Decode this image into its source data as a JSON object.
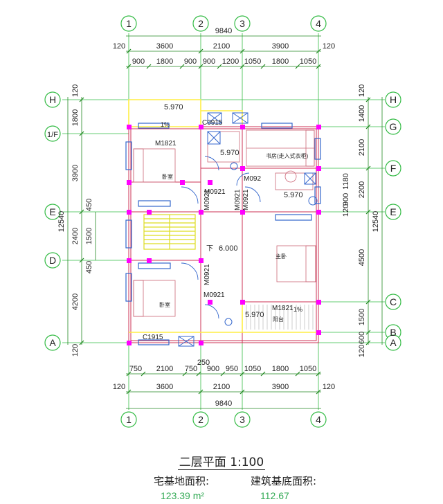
{
  "colors": {
    "grid_line": "#33bb44",
    "dim_line": "#228822",
    "wall": "#cc3355",
    "column": "#ff00ff",
    "window": "#3366cc",
    "stair": "#dddd22",
    "balcony": "#ffee44",
    "text": "#222222",
    "area_value": "#33aa55"
  },
  "axes": {
    "top": [
      "1",
      "2",
      "3",
      "4"
    ],
    "bottom": [
      "1",
      "2",
      "3",
      "4"
    ],
    "left": [
      "H",
      "1/F",
      "E",
      "D",
      "A"
    ],
    "right": [
      "H",
      "G",
      "F",
      "E",
      "C",
      "B",
      "A"
    ]
  },
  "dims_top": {
    "total": "9840",
    "level1": [
      "120",
      "3600",
      "2100",
      "3900",
      "120"
    ],
    "level2": [
      "900",
      "1800",
      "900",
      "900",
      "1200",
      "1050",
      "1800",
      "1050"
    ]
  },
  "dims_bottom": {
    "level1": [
      "750",
      "2100",
      "750",
      "250",
      "900",
      "950",
      "1050",
      "1800",
      "1050"
    ],
    "level2": [
      "120",
      "3600",
      "2100",
      "3900",
      "120"
    ],
    "total": "9840"
  },
  "dims_left": {
    "outer": [
      "120",
      "1800",
      "3900",
      "2400",
      "4200",
      "120"
    ],
    "total": "12540",
    "inner": [
      "450",
      "1500",
      "450"
    ]
  },
  "dims_right": {
    "inner": [
      "120",
      "1400",
      "2100",
      "1180",
      "2200",
      "120",
      "900",
      "4500",
      "1500",
      "600",
      "120"
    ],
    "total": "12540"
  },
  "labels": {
    "elev_top": "5.970",
    "elev_bath": "5.970",
    "elev_study": "5.970",
    "elev_stair": "6.000",
    "elev_balcony": "5.970",
    "pct_top": "1%",
    "pct_balcony": "1%",
    "down": "下",
    "win_c0915": "C0915",
    "win_c1915": "C1915",
    "door_m1821_top": "M1821",
    "door_m1821_bottom": "M1821",
    "door_m092": "M092",
    "door_m0921_a": "M0921",
    "door_m0921_b": "M0921",
    "door_m0921_c": "M0921",
    "door_m0921_d": "M0921",
    "door_m0921_e": "M0921",
    "door_m0921_f": "M0921",
    "room_bedroom_top": "卧室",
    "room_bedroom_bottom": "卧室",
    "room_master": "主卧",
    "room_study": "书房(走入式衣柜)",
    "room_balcony": "阳台"
  },
  "footer": {
    "title": "二层平面  1:100",
    "site_area_label": "宅基地面积:",
    "site_area_value": "123.39 m²",
    "base_area_label": "建筑基底面积:",
    "base_area_value": "112.67"
  }
}
